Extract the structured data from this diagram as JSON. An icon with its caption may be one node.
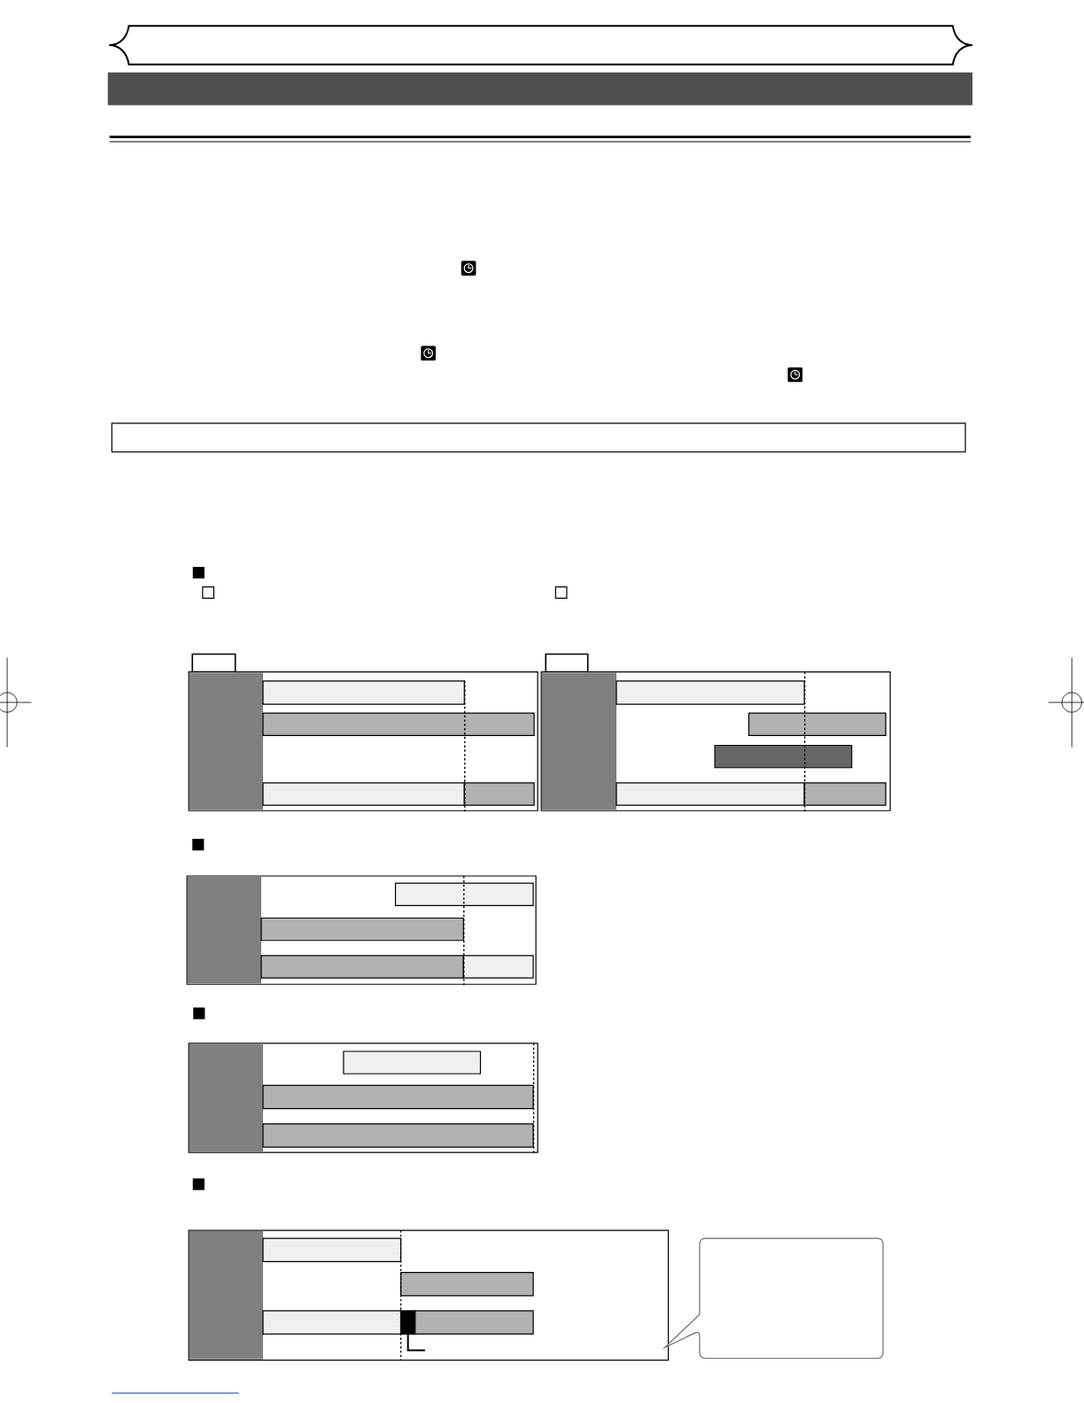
{
  "diagram": {
    "nodes": [
      {
        "text": [],
        "shape": "banner"
      },
      {
        "text": [],
        "shape": "band"
      },
      {
        "text": [],
        "shape": "box"
      },
      {
        "text": [],
        "shape": "box"
      },
      {
        "text": [],
        "shape": "box"
      },
      {
        "text": [],
        "shape": "band",
        "in": 4
      },
      {
        "text": [],
        "shape": "bar",
        "in": 4
      },
      {
        "text": [],
        "shape": "bar",
        "in": 4
      },
      {
        "text": [],
        "shape": "bar",
        "in": 4
      },
      {
        "text": [],
        "shape": "bar",
        "in": 4
      },
      {
        "text": [],
        "shape": "box"
      },
      {
        "text": [],
        "shape": "box"
      },
      {
        "text": [],
        "shape": "band",
        "in": 11
      },
      {
        "text": [],
        "shape": "bar",
        "in": 11
      },
      {
        "text": [],
        "shape": "bar",
        "in": 11
      },
      {
        "text": [],
        "shape": "bar",
        "in": 11
      },
      {
        "text": [],
        "shape": "bar",
        "in": 11
      },
      {
        "text": [],
        "shape": "bar",
        "in": 11
      },
      {
        "text": [],
        "shape": "box"
      },
      {
        "text": [],
        "shape": "band",
        "in": 18
      },
      {
        "text": [],
        "shape": "bar",
        "in": 18
      },
      {
        "text": [],
        "shape": "bar",
        "in": 18
      },
      {
        "text": [],
        "shape": "bar",
        "in": 18
      },
      {
        "text": [],
        "shape": "bar",
        "in": 18
      },
      {
        "text": [],
        "shape": "box"
      },
      {
        "text": [],
        "shape": "band",
        "in": 24
      },
      {
        "text": [],
        "shape": "bar",
        "in": 24
      },
      {
        "text": [],
        "shape": "bar",
        "in": 24
      },
      {
        "text": [],
        "shape": "bar",
        "in": 24
      },
      {
        "text": [],
        "shape": "box"
      },
      {
        "text": [],
        "shape": "band",
        "in": 29
      },
      {
        "text": [],
        "shape": "bar",
        "in": 29
      },
      {
        "text": [],
        "shape": "bar",
        "in": 29
      },
      {
        "text": [],
        "shape": "bar",
        "in": 29
      },
      {
        "text": [],
        "shape": "bar",
        "in": 29
      },
      {
        "text": [],
        "shape": "bar",
        "in": 29
      },
      {
        "text": [],
        "shape": "callout"
      }
    ],
    "edges": [
      {
        "from": null,
        "to": 34,
        "arrow": "none"
      }
    ]
  }
}
